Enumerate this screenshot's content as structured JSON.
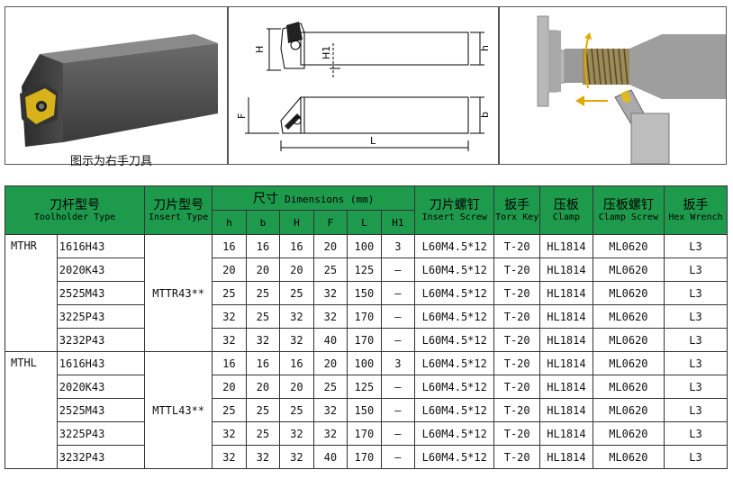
{
  "figure": {
    "caption": "图示为右手刀具",
    "dim_labels": {
      "H": "H",
      "H1": "H1",
      "h_top": "h",
      "F": "F",
      "b": "b",
      "L": "L"
    }
  },
  "table": {
    "headers": {
      "toolholder_zh": "刀杆型号",
      "toolholder_en": "Toolholder Type",
      "insert_zh": "刀片型号",
      "insert_en": "Insert Type",
      "dims_zh": "尺寸",
      "dims_en": "Dimensions (mm)",
      "screw_zh": "刀片螺钉",
      "screw_en": "Insert Screw",
      "key_zh": "扳手",
      "key_en": "Torx Key",
      "clamp_zh": "压板",
      "clamp_en": "Clamp",
      "clamp_screw_zh": "压板螺钉",
      "clamp_screw_en": "Clamp Screw",
      "wrench_zh": "扳手",
      "wrench_en": "Hex Wrench",
      "dim_cols": [
        "h",
        "b",
        "H",
        "F",
        "L",
        "H1"
      ]
    },
    "groups": [
      {
        "series": "MTHR",
        "insert": "MTTR43**",
        "rows": [
          {
            "model": "1616H43",
            "h": "16",
            "b": "16",
            "H": "16",
            "F": "20",
            "L": "100",
            "H1": "3",
            "screw": "L60M4.5*12",
            "key": "T-20",
            "clamp": "HL1814",
            "clamp_screw": "ML0620",
            "wrench": "L3"
          },
          {
            "model": "2020K43",
            "h": "20",
            "b": "20",
            "H": "20",
            "F": "25",
            "L": "125",
            "H1": "–",
            "screw": "L60M4.5*12",
            "key": "T-20",
            "clamp": "HL1814",
            "clamp_screw": "ML0620",
            "wrench": "L3"
          },
          {
            "model": "2525M43",
            "h": "25",
            "b": "25",
            "H": "25",
            "F": "32",
            "L": "150",
            "H1": "–",
            "screw": "L60M4.5*12",
            "key": "T-20",
            "clamp": "HL1814",
            "clamp_screw": "ML0620",
            "wrench": "L3"
          },
          {
            "model": "3225P43",
            "h": "32",
            "b": "25",
            "H": "32",
            "F": "32",
            "L": "170",
            "H1": "–",
            "screw": "L60M4.5*12",
            "key": "T-20",
            "clamp": "HL1814",
            "clamp_screw": "ML0620",
            "wrench": "L3"
          },
          {
            "model": "3232P43",
            "h": "32",
            "b": "32",
            "H": "32",
            "F": "40",
            "L": "170",
            "H1": "–",
            "screw": "L60M4.5*12",
            "key": "T-20",
            "clamp": "HL1814",
            "clamp_screw": "ML0620",
            "wrench": "L3"
          }
        ]
      },
      {
        "series": "MTHL",
        "insert": "MTTL43**",
        "rows": [
          {
            "model": "1616H43",
            "h": "16",
            "b": "16",
            "H": "16",
            "F": "20",
            "L": "100",
            "H1": "3",
            "screw": "L60M4.5*12",
            "key": "T-20",
            "clamp": "HL1814",
            "clamp_screw": "ML0620",
            "wrench": "L3"
          },
          {
            "model": "2020K43",
            "h": "20",
            "b": "20",
            "H": "20",
            "F": "25",
            "L": "125",
            "H1": "–",
            "screw": "L60M4.5*12",
            "key": "T-20",
            "clamp": "HL1814",
            "clamp_screw": "ML0620",
            "wrench": "L3"
          },
          {
            "model": "2525M43",
            "h": "25",
            "b": "25",
            "H": "25",
            "F": "32",
            "L": "150",
            "H1": "–",
            "screw": "L60M4.5*12",
            "key": "T-20",
            "clamp": "HL1814",
            "clamp_screw": "ML0620",
            "wrench": "L3"
          },
          {
            "model": "3225P43",
            "h": "32",
            "b": "25",
            "H": "32",
            "F": "32",
            "L": "170",
            "H1": "–",
            "screw": "L60M4.5*12",
            "key": "T-20",
            "clamp": "HL1814",
            "clamp_screw": "ML0620",
            "wrench": "L3"
          },
          {
            "model": "3232P43",
            "h": "32",
            "b": "32",
            "H": "32",
            "F": "40",
            "L": "170",
            "H1": "–",
            "screw": "L60M4.5*12",
            "key": "T-20",
            "clamp": "HL1814",
            "clamp_screw": "ML0620",
            "wrench": "L3"
          }
        ]
      }
    ]
  }
}
